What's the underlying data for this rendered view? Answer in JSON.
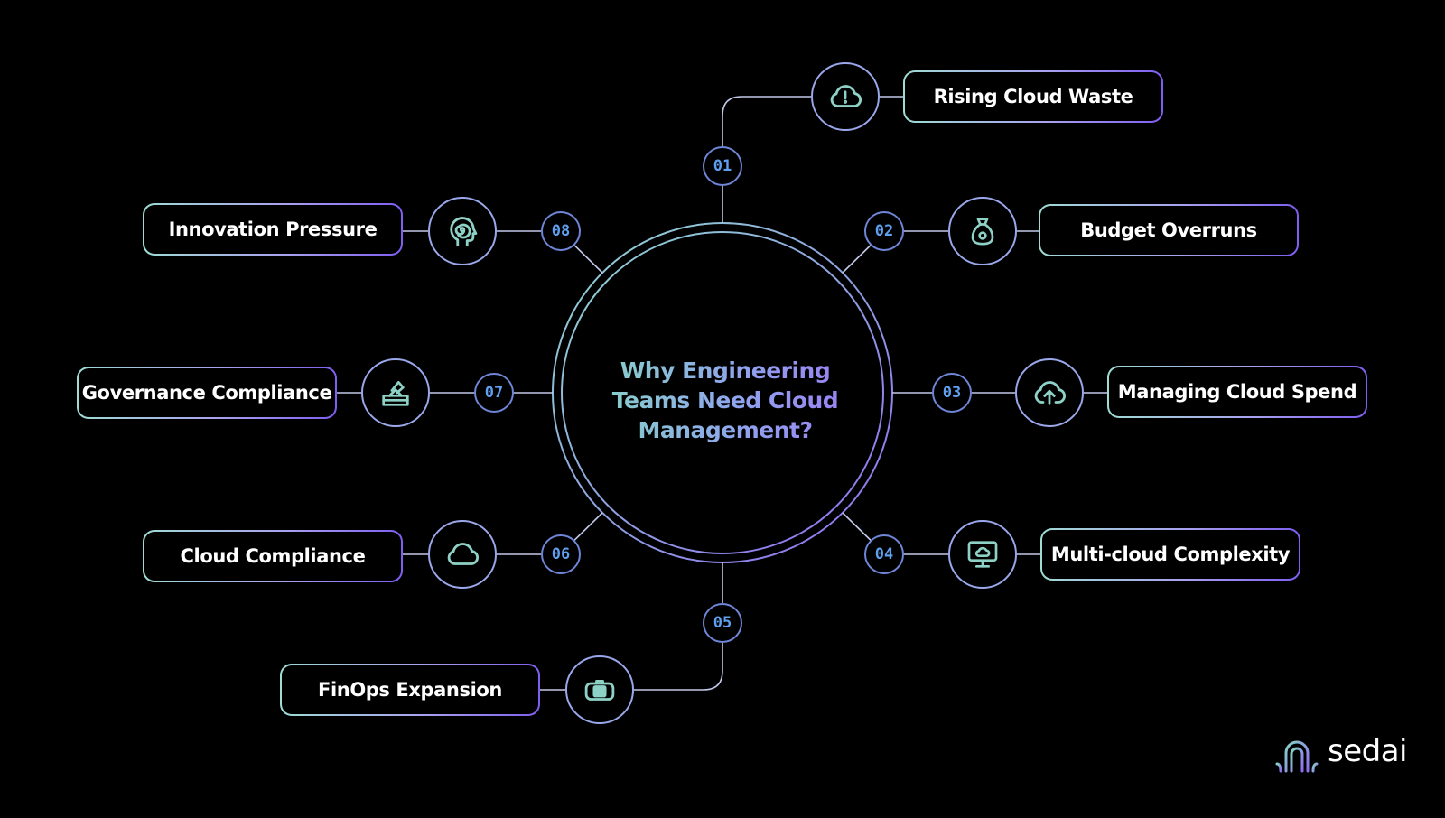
{
  "title": "Why Engineering Teams Need Cloud Management?",
  "title_lines": [
    "Why Engineering",
    "Teams Need Cloud",
    "Management?"
  ],
  "colors": {
    "background": "#000000",
    "connector": "#c2c8e8",
    "number_text": "#5e9ff0",
    "icon_stroke": "#8ed2c7",
    "gradient_start": "#86d5c4",
    "gradient_end": "#9b7bf3"
  },
  "items": [
    {
      "number": "01",
      "label": "Rising Cloud Waste",
      "icon": "cloud-warning-icon"
    },
    {
      "number": "02",
      "label": "Budget Overruns",
      "icon": "money-bag-icon"
    },
    {
      "number": "03",
      "label": "Managing Cloud Spend",
      "icon": "cloud-upload-icon"
    },
    {
      "number": "04",
      "label": "Multi-cloud Complexity",
      "icon": "monitor-cloud-icon"
    },
    {
      "number": "05",
      "label": "FinOps Expansion",
      "icon": "briefcase-icon"
    },
    {
      "number": "06",
      "label": "Cloud Compliance",
      "icon": "cloud-icon"
    },
    {
      "number": "07",
      "label": "Governance Compliance",
      "icon": "ballot-box-icon"
    },
    {
      "number": "08",
      "label": "Innovation Pressure",
      "icon": "head-spiral-icon"
    }
  ],
  "brand": {
    "name": "sedai",
    "logo_icon": "sedai-logo-icon"
  }
}
